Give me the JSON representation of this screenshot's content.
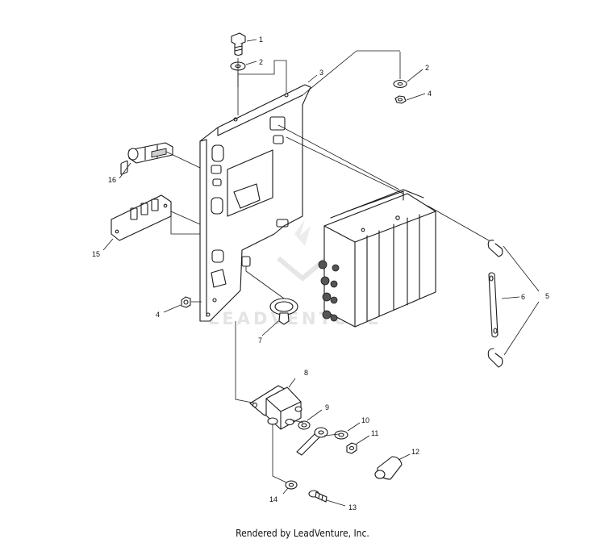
{
  "diagram": {
    "watermark": "LEADVENTURE",
    "callouts": {
      "c1": "1",
      "c2a": "2",
      "c2b": "2",
      "c3": "3",
      "c4a": "4",
      "c4b": "4",
      "c5": "5",
      "c6": "6",
      "c7": "7",
      "c8": "8",
      "c9": "9",
      "c10": "10",
      "c11": "11",
      "c12": "12",
      "c13": "13",
      "c14": "14",
      "c15": "15",
      "c16": "16"
    }
  },
  "footer": {
    "text": "Rendered by LeadVenture, Inc."
  }
}
